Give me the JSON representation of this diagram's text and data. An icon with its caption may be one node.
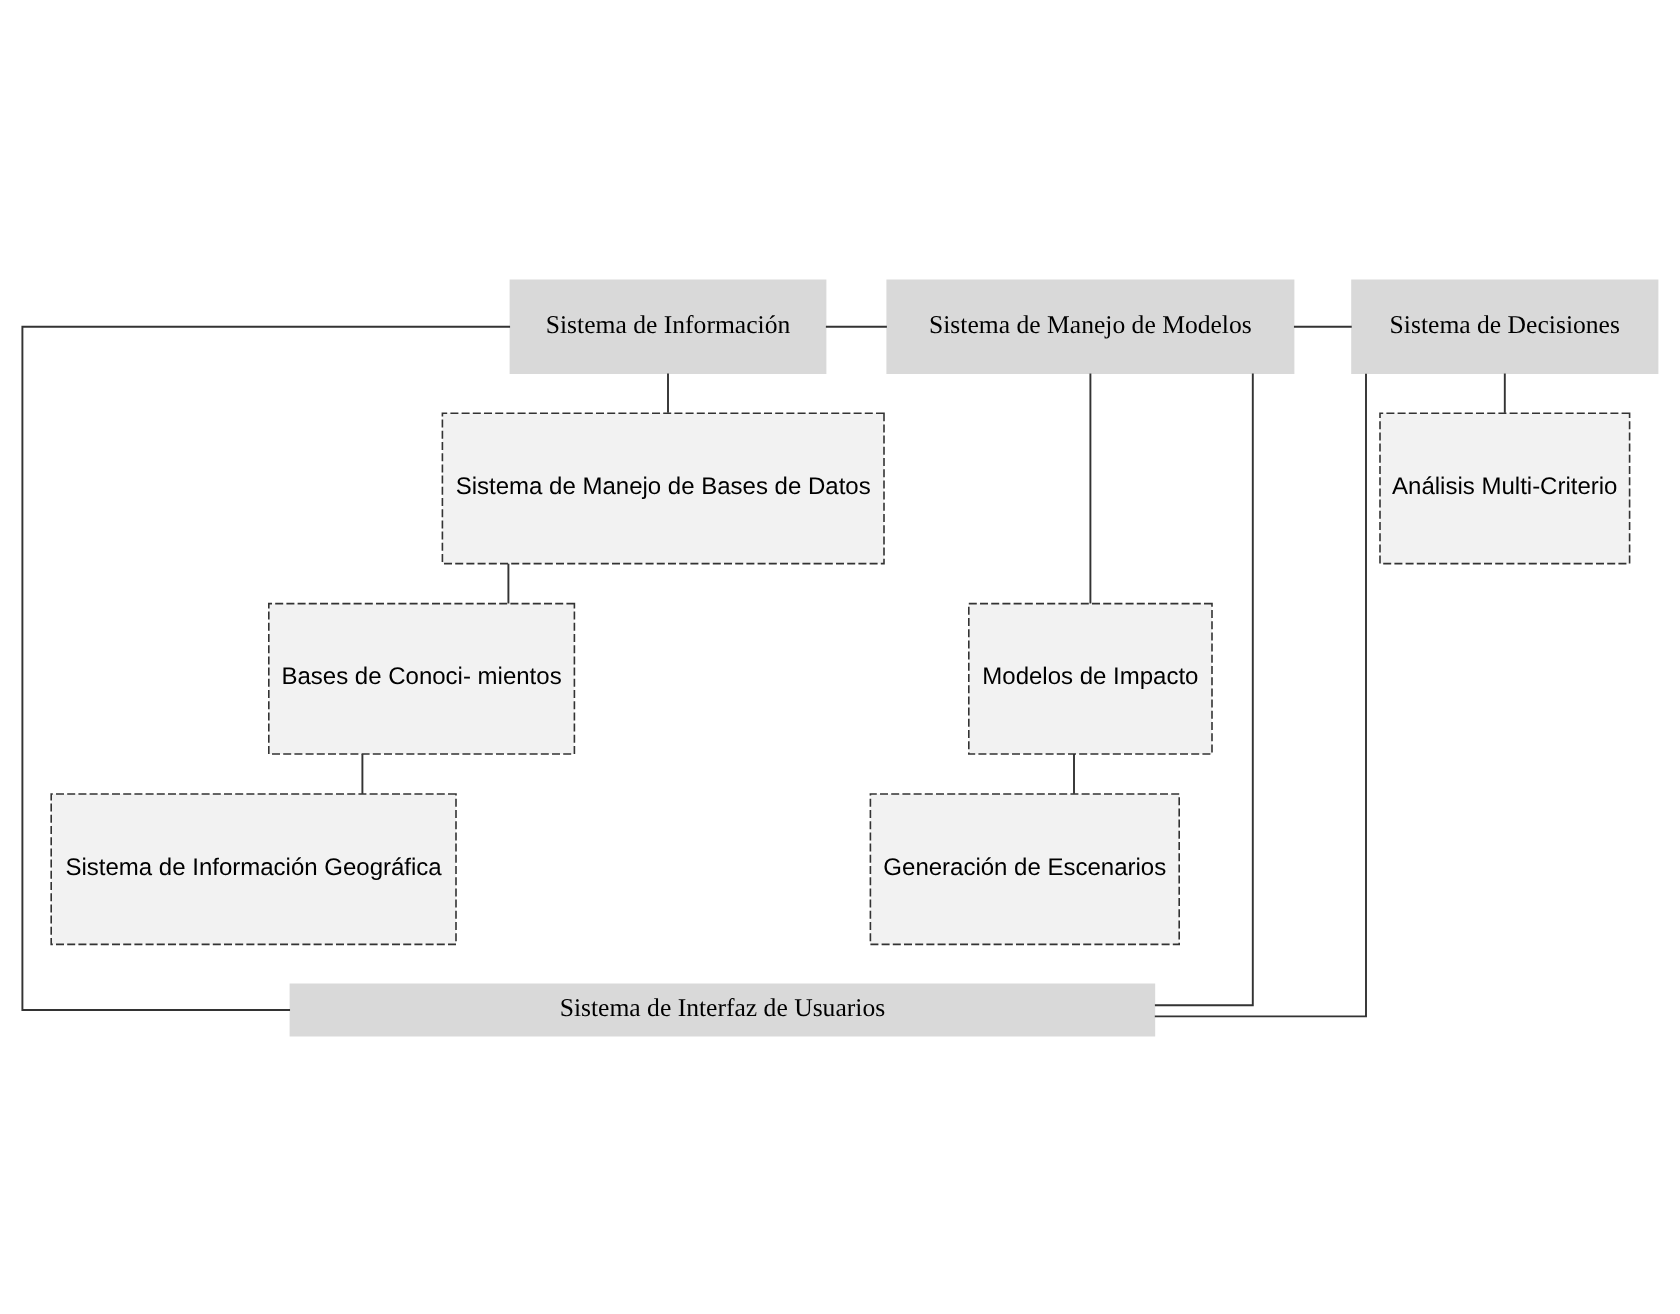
{
  "diagram": {
    "nodes": [
      {
        "text": [
          "Sistema de Información"
        ]
      },
      {
        "text": [
          "Sistema de Manejo de Modelos"
        ]
      },
      {
        "text": [
          "Sistema de Decisiones"
        ]
      },
      {
        "text": [
          "Sistema de Manejo de Bases de Datos"
        ]
      },
      {
        "text": [
          "Modelos de Impacto"
        ]
      },
      {
        "text": [
          "Análisis Multi-Criterio"
        ]
      },
      {
        "text": [
          "Bases de Conoci- mientos"
        ]
      },
      {
        "text": [
          "Generación de Escenarios"
        ]
      },
      {
        "text": [
          "Sistema de Información Geográfica"
        ]
      },
      {
        "text": [
          "Sistema de Interfaz de Usuarios"
        ]
      }
    ],
    "edges": [
      {
        "from": 9,
        "to": 0,
        "arrow": "none"
      },
      {
        "from": 9,
        "to": 1,
        "arrow": "none"
      },
      {
        "from": 9,
        "to": 2,
        "arrow": "none"
      },
      {
        "from": 0,
        "to": 1,
        "arrow": "none"
      },
      {
        "from": 1,
        "to": 2,
        "arrow": "none"
      },
      {
        "from": 0,
        "to": 3,
        "arrow": "none"
      },
      {
        "from": 3,
        "to": 6,
        "arrow": "none"
      },
      {
        "from": 6,
        "to": 8,
        "arrow": "none"
      },
      {
        "from": 1,
        "to": 4,
        "arrow": "none"
      },
      {
        "from": 4,
        "to": 7,
        "arrow": "none"
      },
      {
        "from": 2,
        "to": 5,
        "arrow": "none"
      }
    ]
  }
}
